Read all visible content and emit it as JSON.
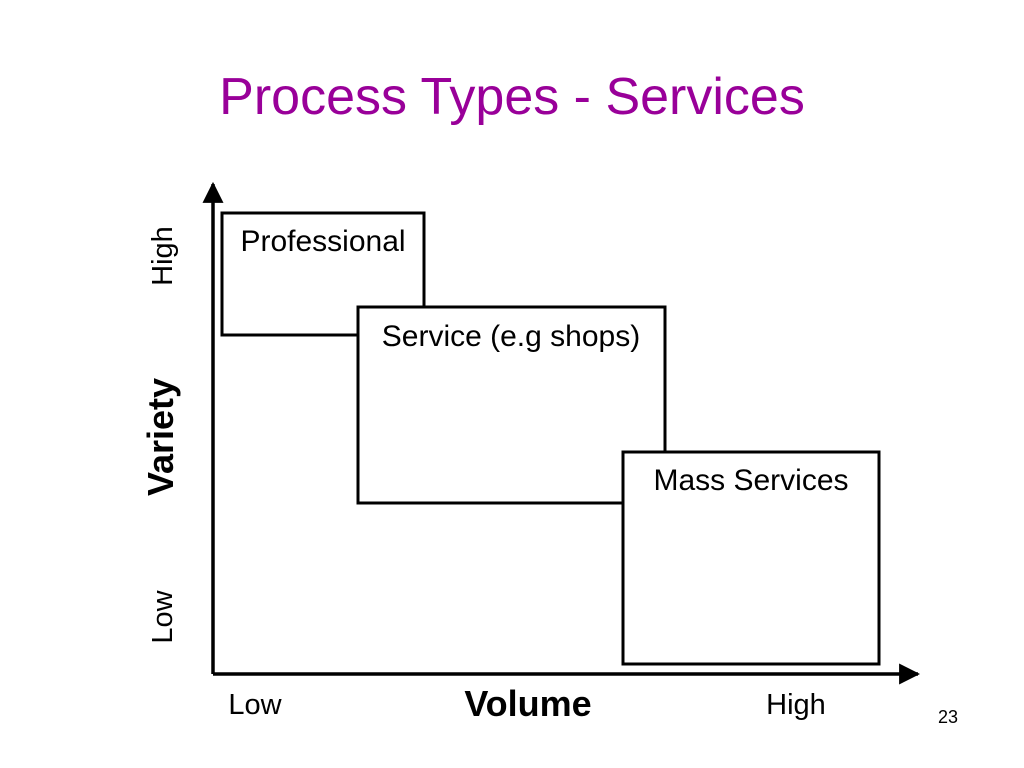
{
  "slide": {
    "title": "Process Types - Services",
    "number": "23",
    "title_color": "#990099"
  },
  "diagram": {
    "y_axis": {
      "title": "Variety",
      "high_label": "High",
      "low_label": "Low"
    },
    "x_axis": {
      "title": "Volume",
      "low_label": "Low",
      "high_label": "High"
    },
    "boxes": [
      {
        "label": "Professional"
      },
      {
        "label": "Service (e.g shops)"
      },
      {
        "label": "Mass Services"
      }
    ]
  }
}
